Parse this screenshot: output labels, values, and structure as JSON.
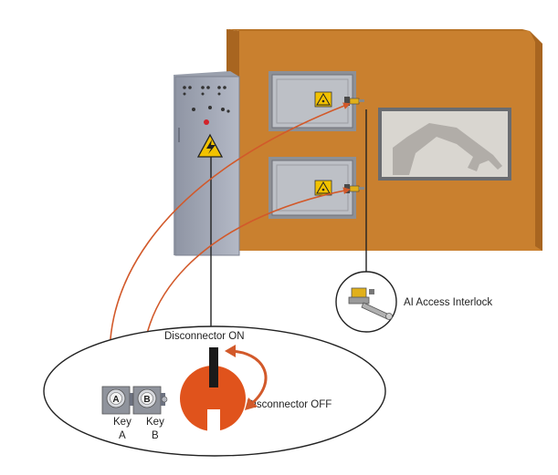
{
  "labels": {
    "interlock": "AI Access Interlock",
    "disconnector_on": "Disconnector ON",
    "disconnector_off": "Disconnector OFF",
    "key_a_line1": "Key",
    "key_a_line2": "A",
    "key_b_line1": "Key",
    "key_b_line2": "B",
    "key_a_letter": "A",
    "key_b_letter": "B"
  },
  "icons": {
    "warning": "warning-triangle-icon",
    "electrical": "electrical-hazard-icon",
    "interlock": "access-interlock-icon",
    "disconnector": "disconnector-switch-icon",
    "key": "key-icon"
  },
  "colors": {
    "enclosure": "#c9802f",
    "enclosure_dark": "#a86520",
    "cabinet": "#a8aebd",
    "door": "#b9bcc2",
    "arrow": "#d2592a",
    "disconnector": "#e0531c",
    "warning": "#f2c200"
  }
}
